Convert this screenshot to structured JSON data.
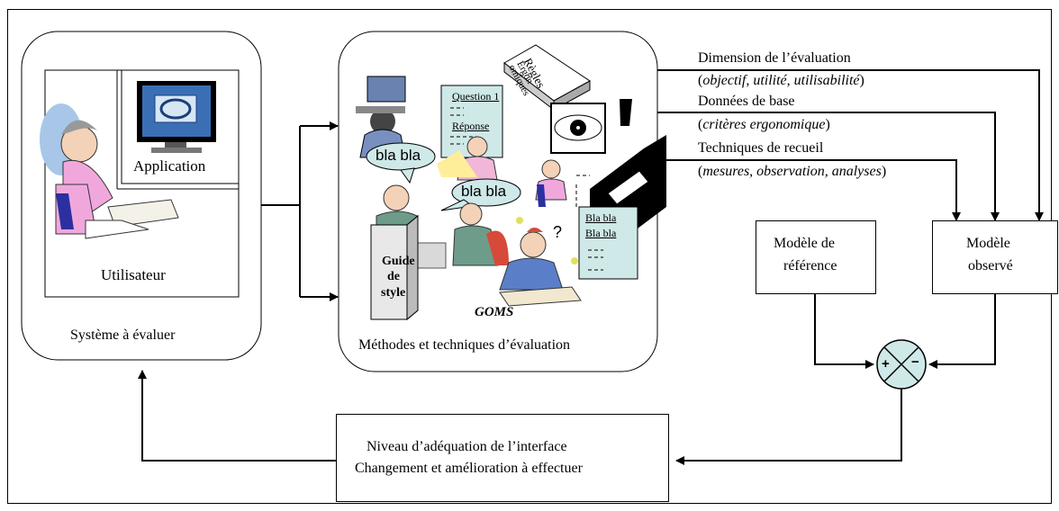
{
  "system": {
    "label": "Système à évaluer",
    "application_label": "Application",
    "user_label": "Utilisateur"
  },
  "methods": {
    "label": "Méthodes et techniques d’évaluation",
    "bubble1": "bla bla",
    "bubble2": "bla bla",
    "question": "Question 1",
    "response": "Réponse",
    "rules_title": "Règles",
    "rules_sub1": "Ergon",
    "rules_sub2": "omiques",
    "guide_line1": "Guide",
    "guide_line2": "de",
    "guide_line3": "style",
    "goms": "GOMS",
    "blabla1": "Bla bla",
    "blabla2": "Bla bla",
    "qmark": "?"
  },
  "inputs": {
    "dim_label": "Dimension de l’évaluation",
    "dim_open": "(",
    "dim_detail": "objectif, utilité, utilisabilité",
    "dim_close": ")",
    "data_label": "Données de base",
    "data_open": "(",
    "data_detail": "critères ergonomique",
    "data_close": ")",
    "tech_label": "Techniques de recueil",
    "tech_open": "(",
    "tech_detail": "mesures, observation, analyses",
    "tech_close": ")"
  },
  "models": {
    "reference_l1": "Modèle de",
    "reference_l2": "référence",
    "observed_l1": "Modèle",
    "observed_l2": "observé"
  },
  "comparator": {
    "plus": "+",
    "minus": "−"
  },
  "result": {
    "line1": "Niveau d’adéquation de l’interface",
    "line2": "Changement et amélioration à effectuer"
  }
}
